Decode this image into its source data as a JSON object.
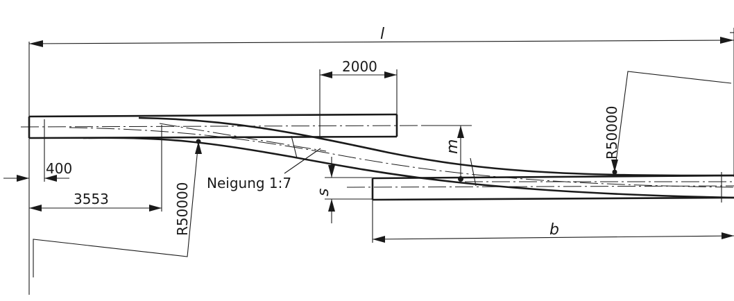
{
  "dimensions": {
    "total_length": "l",
    "pad_width": "2000",
    "offset_small": "400",
    "straight_section": "3553",
    "radius_left": "R50000",
    "radius_right": "R50000",
    "slope_label": "Neigung 1:7",
    "middle_height": "m",
    "side_offset": "s",
    "branch_length": "b"
  }
}
